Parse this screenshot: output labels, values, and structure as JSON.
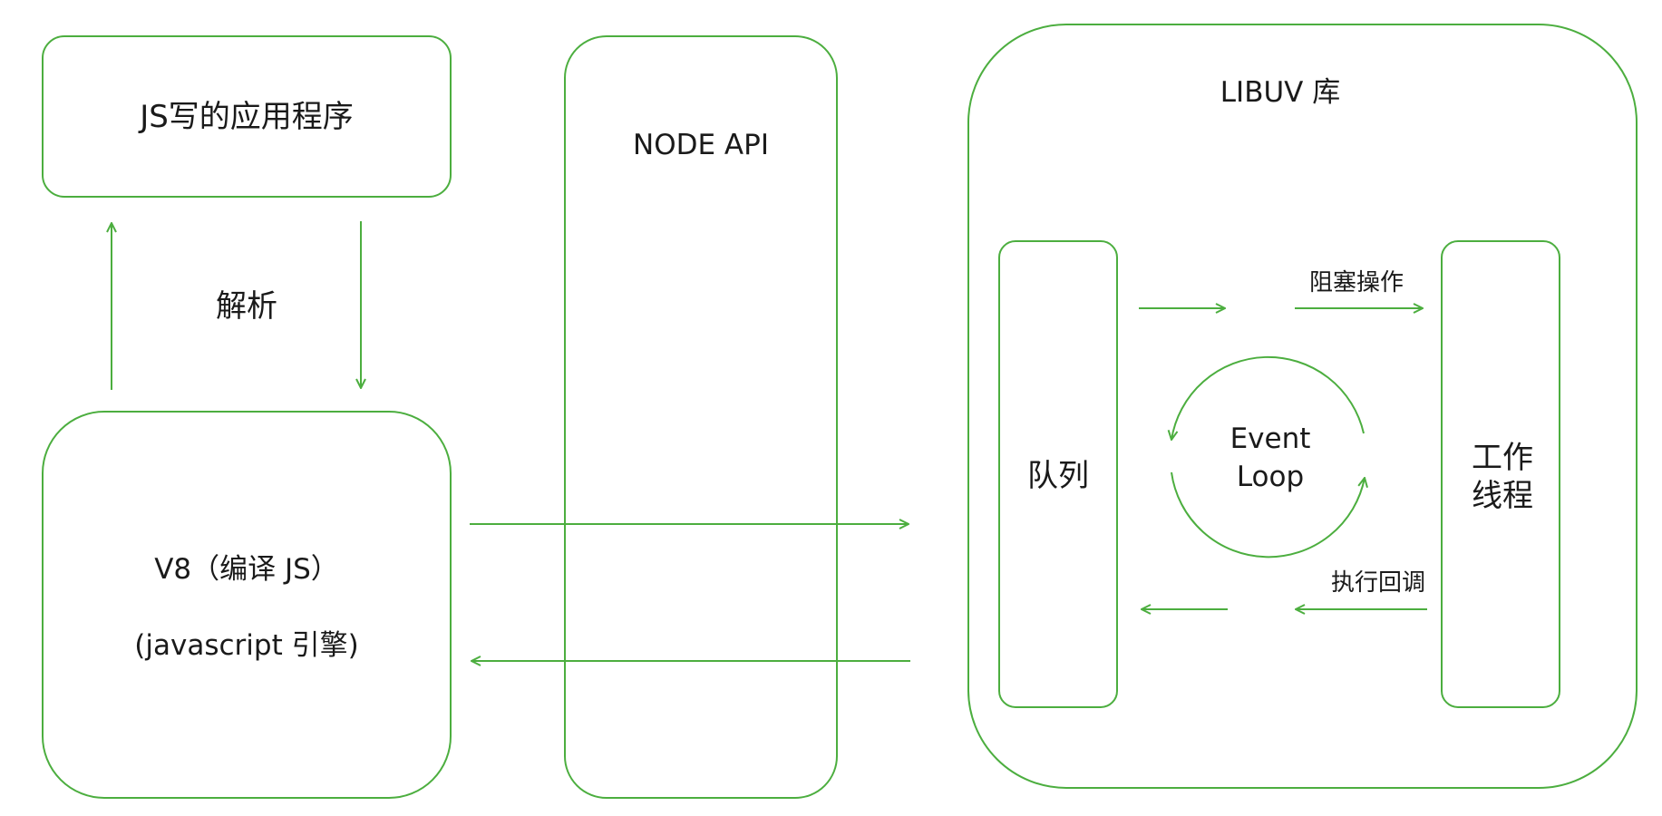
{
  "nodes": {
    "js_app": "JS写的应用程序",
    "parse": "解析",
    "v8_line1": "V8（编译 JS）",
    "v8_line2": "(javascript 引擎)",
    "node_api": "NODE API",
    "libuv": "LIBUV 库",
    "queue": "队列",
    "blocking": "阻塞操作",
    "event_loop_line1": "Event",
    "event_loop_line2": "Loop",
    "worker_line1": "工作",
    "worker_line2": "线程",
    "callback": "执行回调"
  },
  "colors": {
    "stroke": "#4cae3f",
    "text": "#1a1a1a",
    "background": "#ffffff"
  }
}
